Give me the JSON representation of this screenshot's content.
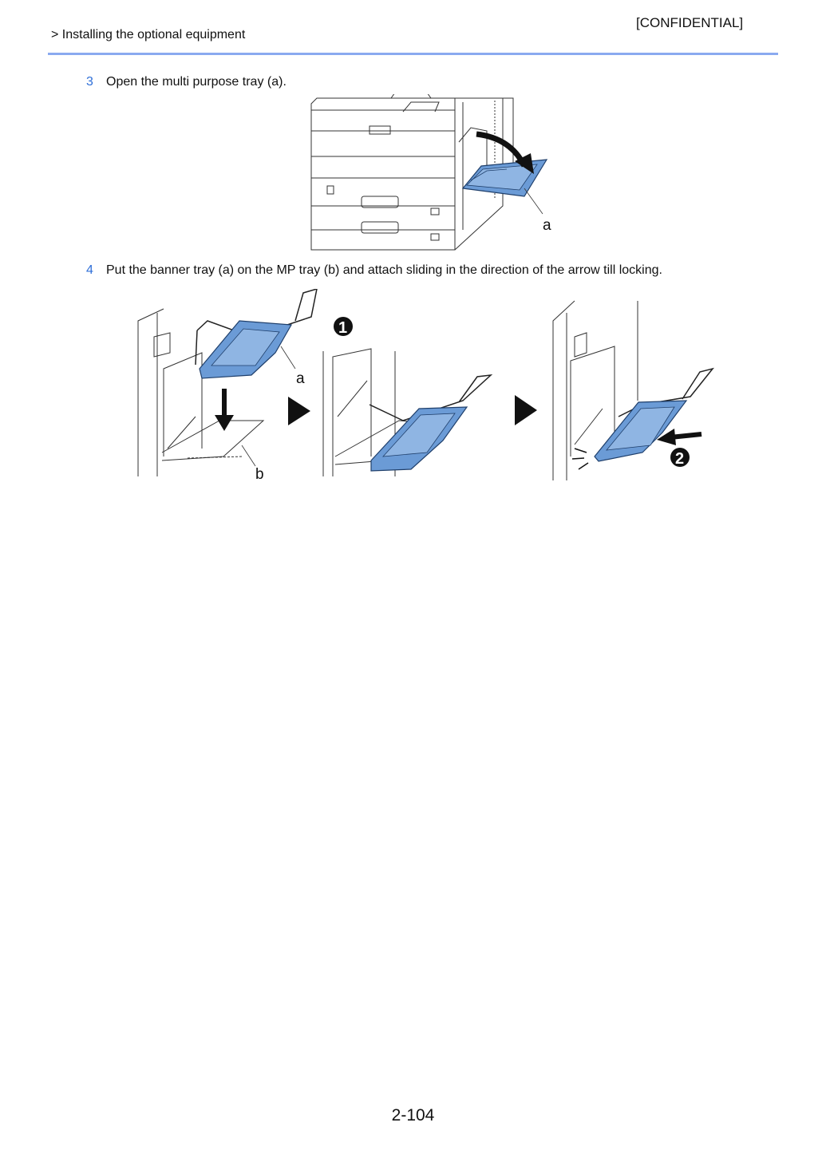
{
  "header": {
    "confidential": "[CONFIDENTIAL]",
    "breadcrumb": "> Installing the optional equipment"
  },
  "steps": [
    {
      "number": "3",
      "text": "Open the multi purpose tray (a)."
    },
    {
      "number": "4",
      "text": "Put the banner tray (a) on the MP tray (b) and attach sliding in the direction of the arrow till locking."
    }
  ],
  "figure_step3": {
    "label_a": "a"
  },
  "figure_step4": {
    "label_a": "a",
    "label_b": "b",
    "marker_1": "❶",
    "marker_2": "❷"
  },
  "colors": {
    "accent": "#2f6fd8",
    "rule": "#8aaaf0",
    "tray_blue": "#6b9bd6"
  },
  "footer": {
    "page_number": "2-104"
  }
}
